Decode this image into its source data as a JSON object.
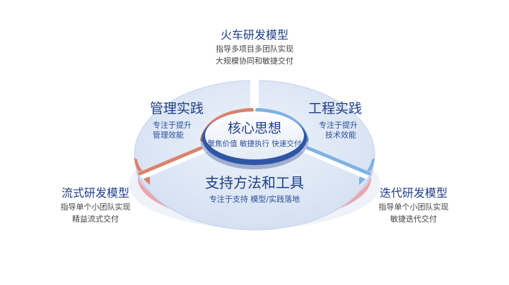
{
  "top_model": {
    "title": "火车研发模型",
    "line1": "指导多项目多团队实现",
    "line2": "大规模协同和敏捷交付"
  },
  "left_model": {
    "title": "流式研发模型",
    "line1": "指导单个小团队实现",
    "line2": "精益流式交付"
  },
  "right_model": {
    "title": "迭代研发模型",
    "line1": "指导单个小团队实现",
    "line2": "敏捷迭代交付"
  },
  "segments": {
    "management": {
      "title": "管理实践",
      "line1": "专注于提升",
      "line2": "管理效能"
    },
    "engineering": {
      "title": "工程实践",
      "line1": "专注于提升",
      "line2": "技术效能"
    },
    "support": {
      "title": "支持方法和工具",
      "subtitle": "专注于支持  模型/实践落地"
    }
  },
  "core": {
    "title": "核心思想",
    "subtitle": "聚焦价值  敏捷执行  快速交付"
  },
  "colors": {
    "disc_top": "#dde6f5",
    "disc_side": "#c9d6ee",
    "management_accent": "#d9826a",
    "engineering_accent": "#7fb2e3",
    "support_accent": "#e89aa3",
    "core_ring": "#2f56a6",
    "title_text": "#1f3f8a"
  }
}
